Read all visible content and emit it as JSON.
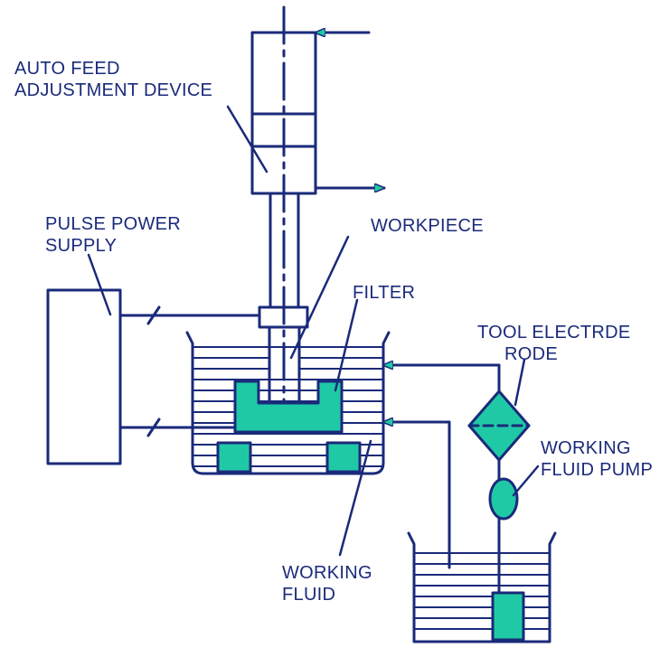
{
  "colors": {
    "line": "#1a2a7a",
    "fill": "#20c9a6",
    "background": "#ffffff"
  },
  "labels": {
    "auto_feed": [
      "AUTO FEED",
      "ADJUSTMENT DEVICE"
    ],
    "pulse_power": [
      "PULSE POWER",
      "SUPPLY"
    ],
    "workpiece": "WORKPIECE",
    "filter": "FILTER",
    "tool_electrode": [
      "TOOL ELECTRDE",
      "RODE"
    ],
    "pump": [
      "WORKING",
      "FLUID PUMP"
    ],
    "working_fluid": [
      "WORKING",
      "FLUID"
    ]
  },
  "icons": {
    "arrow": "triangle-arrow-icon",
    "switch": "switch-slash-icon",
    "filter": "diamond-filter-icon",
    "pump": "ellipse-pump-icon"
  }
}
